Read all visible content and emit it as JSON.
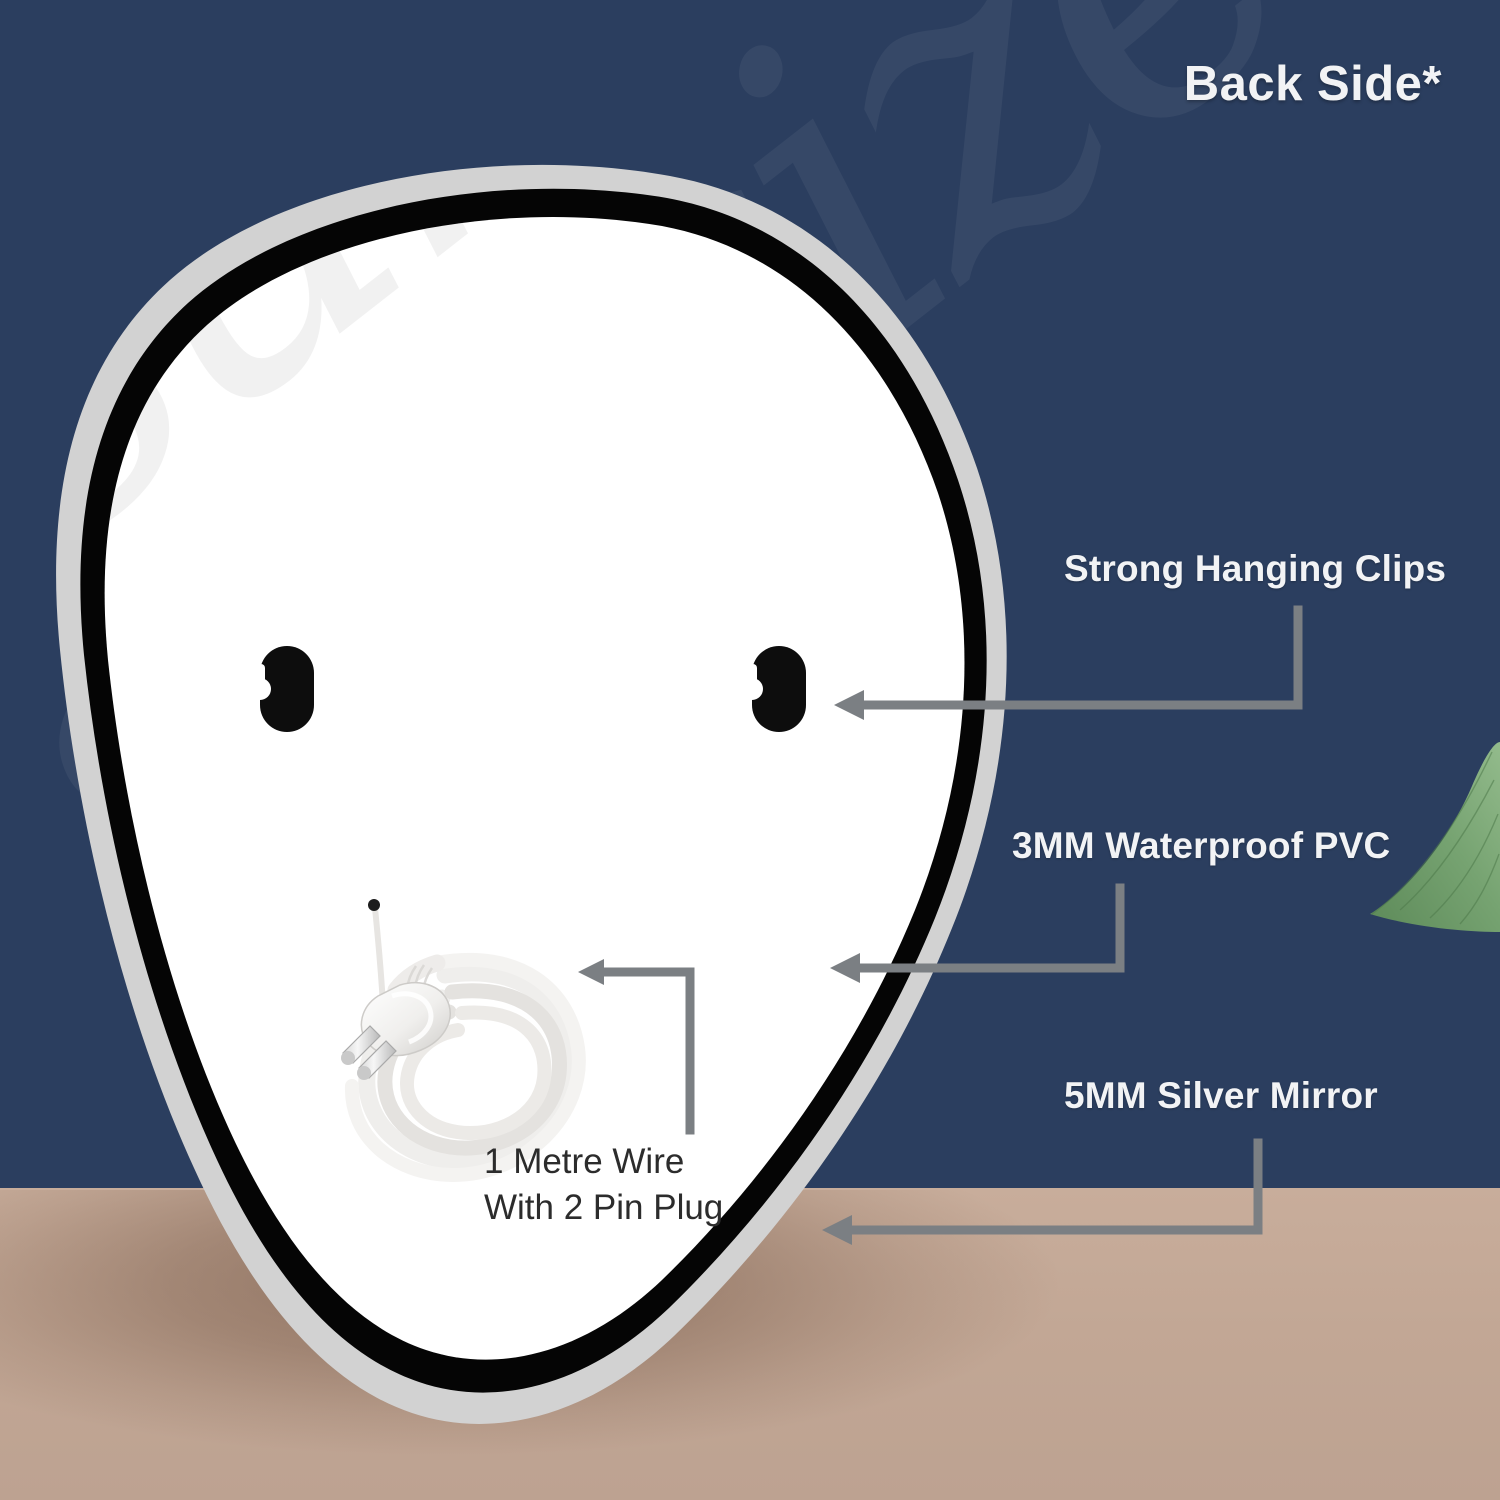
{
  "meta": {
    "view_title": "Back Side*"
  },
  "colors": {
    "background_navy": "#2b3e5f",
    "floor_tan": "#c2a795",
    "mirror_edge_gray": "#d2d2d2",
    "mirror_band_black": "#050505",
    "mirror_face_white": "#ffffff",
    "label_text": "#f2f3f5",
    "arrow_gray": "#7b7f83",
    "caption_text": "#2c2c2c",
    "leaf_green": "#6f9a6b"
  },
  "watermark": {
    "text": "sunsize"
  },
  "callouts": [
    {
      "id": "hanging-clips",
      "label": "Strong Hanging Clips",
      "arrow": "l-arrow-left"
    },
    {
      "id": "waterproof-pvc",
      "label": "3MM Waterproof PVC",
      "arrow": "l-arrow-left"
    },
    {
      "id": "silver-mirror",
      "label": "5MM Silver Mirror",
      "arrow": "l-arrow-left"
    }
  ],
  "wire": {
    "caption_line1": "1 Metre Wire",
    "caption_line2": "With 2 Pin Plug",
    "arrow": "l-arrow-left"
  },
  "hanging_clips": [
    {
      "id": "clip-left",
      "shape": "keyhole-pill"
    },
    {
      "id": "clip-right",
      "shape": "keyhole-pill"
    }
  ],
  "decor": {
    "leaf": "leaf-icon"
  }
}
